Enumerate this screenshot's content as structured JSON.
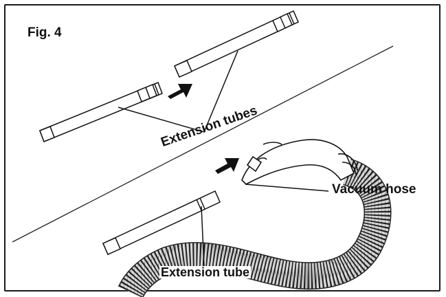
{
  "figure": {
    "title": "Fig. 4",
    "labels": {
      "extension_tubes": "Extension tubes",
      "vacuum_hose": "Vacuum hose",
      "extension_tube": "Extension tube"
    }
  },
  "colors": {
    "ink": "#111111",
    "hose_fill": "#dcdcdc",
    "background": "#ffffff"
  },
  "icons": [
    "arrow-right-icon",
    "arrow-right-icon"
  ]
}
